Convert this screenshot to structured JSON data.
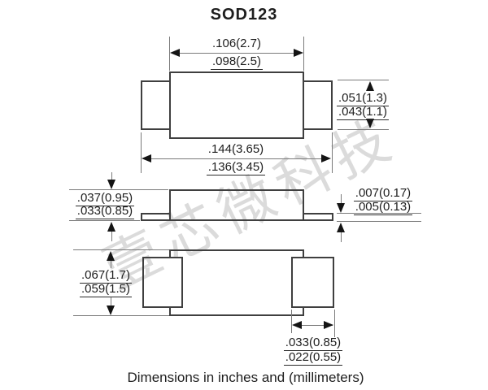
{
  "title": "SOD123",
  "caption": "Dimensions in inches and (millimeters)",
  "watermark": "壹芯微科技",
  "colors": {
    "outline": "#3f3f3f",
    "dim_line": "#7a7a7a",
    "arrow": "#141414",
    "text": "#1e1e1e",
    "watermark": "#dbdbdb",
    "background": "#ffffff"
  },
  "dims": {
    "top_body_width": {
      "max": ".106(2.7)",
      "min": ".098(2.5)"
    },
    "overall_width": {
      "max": ".144(3.65)",
      "min": ".136(3.45)"
    },
    "body_height": {
      "max": ".051(1.3)",
      "min": ".043(1.1)"
    },
    "stand_height": {
      "max": ".037(0.95)",
      "min": ".033(0.85)"
    },
    "lead_thickness": {
      "max": ".007(0.17)",
      "min": ".005(0.13)"
    },
    "pad_length": {
      "max": ".067(1.7)",
      "min": ".059(1.5)"
    },
    "pad_width": {
      "max": ".033(0.85)",
      "min": ".022(0.55)"
    }
  }
}
